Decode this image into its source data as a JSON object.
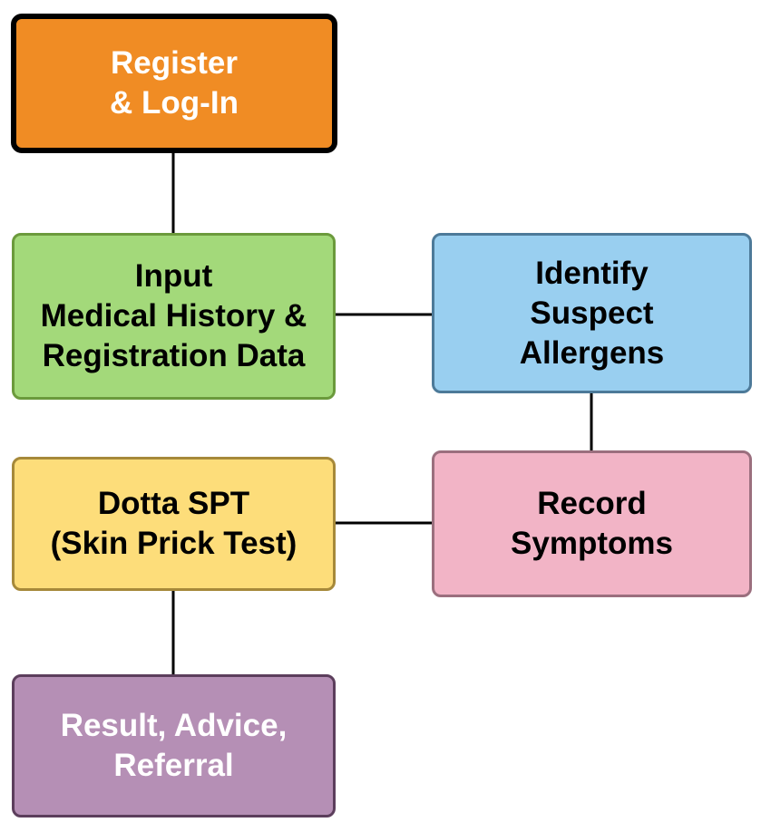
{
  "colors": {
    "register_fill": "#f08c24",
    "input_fill": "#a3d97a",
    "identify_fill": "#99cff0",
    "dotta_fill": "#fddd7a",
    "record_fill": "#f2b4c6",
    "result_fill": "#b58fb5"
  },
  "nodes": {
    "register": {
      "lines": [
        "Register",
        "& Log-In"
      ]
    },
    "input": {
      "lines": [
        "Input",
        "Medical History &",
        "Registration Data"
      ]
    },
    "identify": {
      "lines": [
        "Identify",
        "Suspect",
        "Allergens"
      ]
    },
    "record": {
      "lines": [
        "Record",
        "Symptoms"
      ]
    },
    "dotta": {
      "lines": [
        "Dotta SPT",
        "(Skin Prick Test)"
      ]
    },
    "result": {
      "lines": [
        "Result, Advice,",
        "Referral"
      ]
    }
  }
}
